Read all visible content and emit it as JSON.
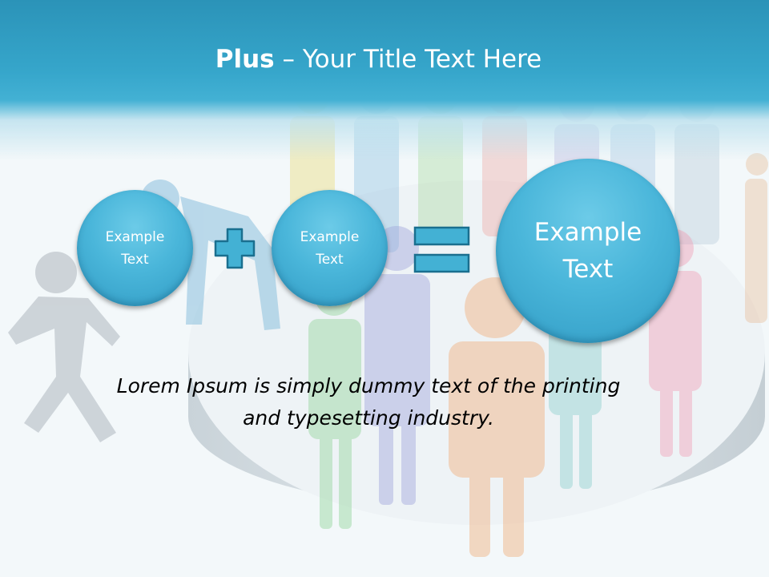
{
  "slide": {
    "title_bold": "Plus",
    "title_rest": " – Your Title Text Here",
    "circles": [
      {
        "line1": "Example",
        "line2": "Text"
      },
      {
        "line1": "Example",
        "line2": "Text"
      },
      {
        "line1": "Example",
        "line2": "Text"
      }
    ],
    "operators": {
      "first": "plus-icon",
      "second": "equals-icon"
    },
    "body_line1": "Lorem Ipsum is simply dummy text of the printing",
    "body_line2": "and typesetting industry."
  },
  "colors": {
    "header": "#36a6cb",
    "circle": "#4ab6da",
    "operator_fill": "#43b1d4",
    "operator_stroke": "#1a6f8f",
    "title_text": "#ffffff",
    "body_text": "#000000"
  }
}
